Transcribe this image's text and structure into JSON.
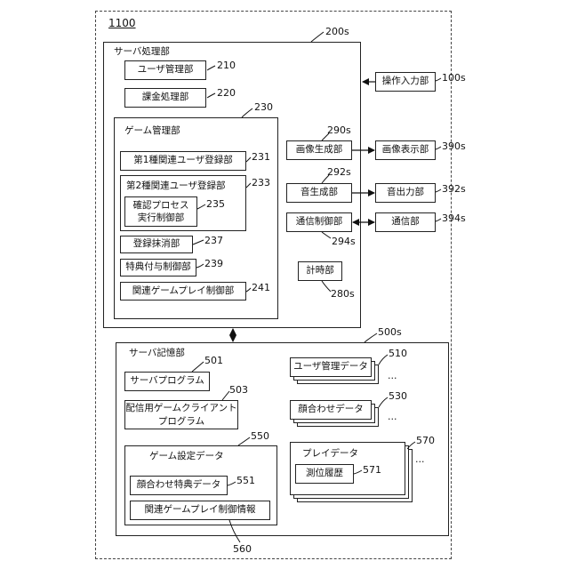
{
  "figure_ref": "1100",
  "server_processing": {
    "ref": "200s",
    "title": "サーバ処理部",
    "user_mgmt": {
      "label": "ユーザ管理部",
      "ref": "210"
    },
    "billing": {
      "label": "課金処理部",
      "ref": "220"
    },
    "game_mgmt": {
      "ref": "230",
      "title": "ゲーム管理部",
      "reg1": {
        "label": "第1種関連ユーザ登録部",
        "ref": "231"
      },
      "reg2": {
        "label": "第2種関連ユーザ登録部",
        "ref": "233"
      },
      "confirm": {
        "line1": "確認プロセス",
        "line2": "実行制御部",
        "ref": "235"
      },
      "delete": {
        "label": "登録抹消部",
        "ref": "237"
      },
      "bonus": {
        "label": "特典付与制御部",
        "ref": "239"
      },
      "play_ctrl": {
        "label": "関連ゲームプレイ制御部",
        "ref": "241"
      }
    },
    "image_gen": {
      "label": "画像生成部",
      "ref": "290s"
    },
    "sound_gen": {
      "label": "音生成部",
      "ref": "292s"
    },
    "comm_ctrl": {
      "label": "通信制御部",
      "ref": "294s"
    },
    "timer": {
      "label": "計時部",
      "ref": "280s"
    }
  },
  "operation_input": {
    "label": "操作入力部",
    "ref": "100s"
  },
  "image_display": {
    "label": "画像表示部",
    "ref": "390s"
  },
  "sound_output": {
    "label": "音出力部",
    "ref": "392s"
  },
  "communication": {
    "label": "通信部",
    "ref": "394s"
  },
  "server_storage": {
    "ref": "500s",
    "title": "サーバ記憶部",
    "program": {
      "label": "サーバプログラム",
      "ref": "501"
    },
    "client_program": {
      "line1": "配信用ゲームクライアント",
      "line2": "プログラム",
      "ref": "503"
    },
    "game_settings": {
      "ref": "550",
      "title": "ゲーム設定データ",
      "meetup_bonus": {
        "label": "顔合わせ特典データ",
        "ref": "551"
      },
      "play_ctrl_info": {
        "label": "関連ゲームプレイ制御情報",
        "ref": "560"
      }
    },
    "user_data": {
      "label": "ユーザ管理データ",
      "ref": "510",
      "ellipsis": "…"
    },
    "meetup_data": {
      "label": "顔合わせデータ",
      "ref": "530",
      "ellipsis": "…"
    },
    "play_data": {
      "label": "プレイデータ",
      "ref": "570",
      "ellipsis": "…",
      "history": {
        "label": "測位履歴",
        "ref": "571"
      }
    }
  }
}
